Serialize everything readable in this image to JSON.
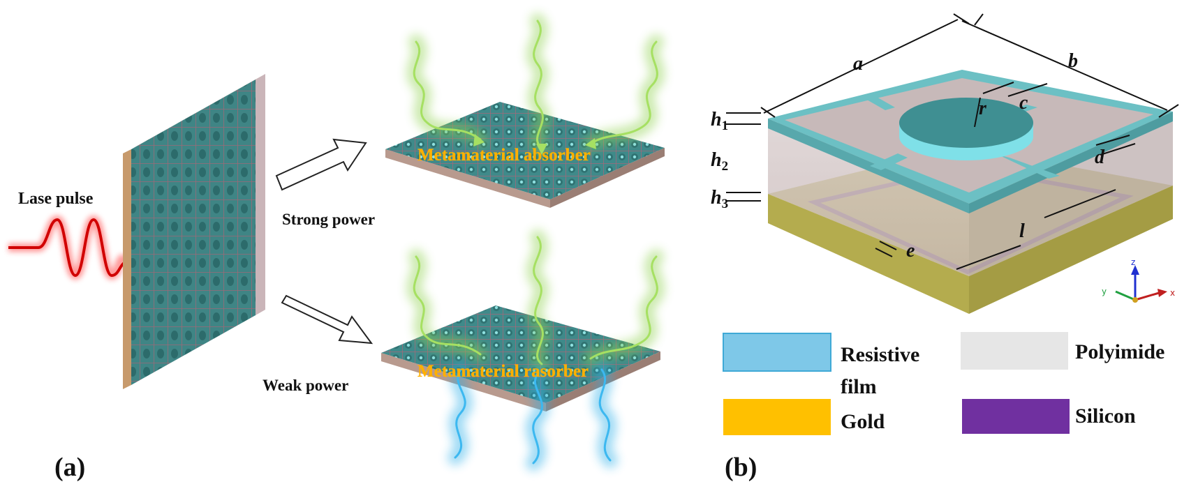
{
  "panel_a": {
    "label": "(a)",
    "laser_label": "Lase pulse",
    "strong_label": "Strong power",
    "weak_label": "Weak power",
    "absorber_label": "Metamaterial absorber",
    "rasorber_label": "Metamaterial rasorber"
  },
  "panel_b": {
    "label": "(b)",
    "dims": {
      "a": "a",
      "b": "b",
      "c": "c",
      "d": "d",
      "r": "r",
      "l": "l",
      "e": "e",
      "h1": "h",
      "h1_sub": "1",
      "h2": "h",
      "h2_sub": "2",
      "h3": "h",
      "h3_sub": "3"
    },
    "axes": {
      "z": "z",
      "y": "y",
      "x": "x"
    }
  },
  "legend": [
    {
      "line1": "Resistive",
      "line2": "film",
      "color": "#7ec8e8",
      "border": "#3fa9d6"
    },
    {
      "line1": "Polyimide",
      "line2": "",
      "color": "#e6e6e6",
      "border": "#e6e6e6"
    },
    {
      "line1": "Gold",
      "line2": "",
      "color": "#ffc000",
      "border": "#ffc000"
    },
    {
      "line1": "Silicon",
      "line2": "",
      "color": "#7030a0",
      "border": "#7030a0"
    }
  ],
  "colors": {
    "laser": "#d10000",
    "green_wave": "#8fd14f",
    "blue_wave": "#29aee8",
    "metasurface_top": "#4a8f8f",
    "label_orange": "#ffb000",
    "resistive_film": "#6cc0c4",
    "gold_layer": "#b8b050"
  }
}
